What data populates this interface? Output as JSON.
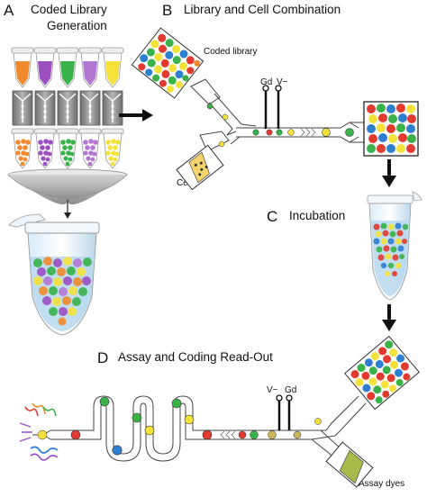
{
  "panels": {
    "a": {
      "letter": "A",
      "title_line1": "Coded Library",
      "title_line2": "Generation"
    },
    "b": {
      "letter": "B",
      "title": "Library and Cell Combination"
    },
    "c": {
      "letter": "C",
      "title": "Incubation"
    },
    "d": {
      "letter": "D",
      "title": "Assay and Coding Read-Out"
    }
  },
  "labels": {
    "coded_library": "Coded library",
    "cells": "Cells",
    "gd": "Gd",
    "v_tilde": "V~",
    "assay_dyes": "Assay dyes"
  },
  "colors": {
    "red": "#e23a2e",
    "green": "#39b24a",
    "blue": "#2f7fd1",
    "yellow": "#f4e23a",
    "orange": "#f08a2c",
    "purple": "#9b4fc0",
    "olive": "#c9b55a",
    "tube_liquid": "#b8d8ee",
    "chip_gray": "#9a9a9a"
  }
}
